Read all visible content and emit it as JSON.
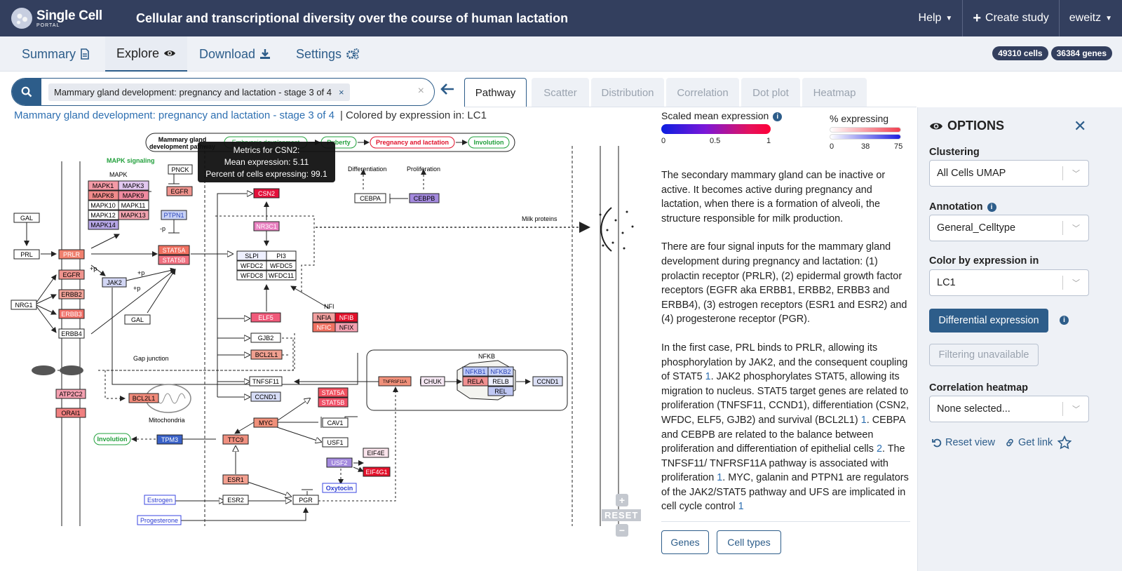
{
  "header": {
    "logo_text": "Single Cell",
    "logo_sub": "PORTAL",
    "study_title": "Cellular and transcriptional diversity over the course of human lactation",
    "help": "Help",
    "create_study": "Create study",
    "user": "eweitz"
  },
  "nav": {
    "tabs": [
      {
        "label": "Summary",
        "icon": "document-icon"
      },
      {
        "label": "Explore",
        "icon": "eye-icon"
      },
      {
        "label": "Download",
        "icon": "download-icon"
      },
      {
        "label": "Settings",
        "icon": "gears-icon"
      }
    ],
    "cells_badge": "49310 cells",
    "genes_badge": "36384 genes"
  },
  "search": {
    "chip": "Mammary gland development: pregnancy and lactation - stage 3 of 4",
    "chip_remove": "×",
    "clear": "×"
  },
  "plot_tabs": [
    "Pathway",
    "Scatter",
    "Distribution",
    "Correlation",
    "Dot plot",
    "Heatmap"
  ],
  "pathway": {
    "title": "Mammary gland development: pregnancy and lactation - stage 3 of 4",
    "colored_by": "| Colored by expression in: LC1",
    "tooltip": {
      "title": "Metrics for CSN2:",
      "mean": "Mean expression: 5.11",
      "percent": "Percent of cells expressing: 99.1"
    },
    "labels": {
      "pathway_line1": "Mammary gland",
      "pathway_line2": "development pathway",
      "embryonic": "Embryonic development",
      "puberty": "Puberty",
      "pregnancy": "Pregnancy and lactation",
      "involution": "Involution",
      "mapk_signaling": "MAPK signaling",
      "mapk": "MAPK",
      "differentiation": "Differentiation",
      "proliferation": "Proliferation",
      "milk_proteins": "Milk proteins",
      "nfi": "NFI",
      "nfkb": "NFKB",
      "gap_junction": "Gap junction",
      "mitochondria": "Mitochondria",
      "plus_p1": "+p",
      "plus_p2": "+p",
      "plus_p3": "+p",
      "minus_p": "-p",
      "involution2": "Involution"
    },
    "genes": {
      "PNCK": "PNCK",
      "EGFR": "EGFR",
      "MAPK1": "MAPK1",
      "MAPK3": "MAPK3",
      "MAPK8": "MAPK8",
      "MAPK9": "MAPK9",
      "MAPK10": "MAPK10",
      "MAPK11": "MAPK11",
      "MAPK12": "MAPK12",
      "MAPK13": "MAPK13",
      "MAPK14": "MAPK14",
      "PTPN1": "PTPN1",
      "GAL": "GAL",
      "PRL": "PRL",
      "PRLR": "PRLR",
      "EGFR2": "EGFR",
      "ERBB2": "ERBB2",
      "ERBB3": "ERBB3",
      "ERBB4": "ERBB4",
      "NRG1": "NRG1",
      "JAK2": "JAK2",
      "GAL2": "GAL",
      "STAT5A": "STAT5A",
      "STAT5B": "STAT5B",
      "CSN2": "CSN2",
      "NR3C1": "NR3C1",
      "SLPI": "SLPI",
      "PI3": "PI3",
      "WFDC2": "WFDC2",
      "WFDC5": "WFDC5",
      "WFDC8": "WFDC8",
      "WFDC11": "WFDC11",
      "CEBPA": "CEBPA",
      "CEBPB": "CEBPB",
      "ELF5": "ELF5",
      "NFIA": "NFIA",
      "NFIB": "NFIB",
      "NFIC": "NFIC",
      "NFIX": "NFIX",
      "GJB2": "GJB2",
      "BCL2L1": "BCL2L1",
      "ATP2C2": "ATP2C2",
      "ORAI1": "ORAI1",
      "BCL2L1b": "BCL2L1",
      "TNFSF11": "TNFSF11",
      "CCND1": "CCND1",
      "STAT5A2": "STAT5A",
      "STAT5B2": "STAT5B",
      "TNFRSF11A": "TNFRSF11A",
      "CHUK": "CHUK",
      "NFKB1": "NFKB1",
      "NFKB2": "NFKB2",
      "RELA": "RELA",
      "RELB": "RELB",
      "REL": "REL",
      "CCND1b": "CCND1",
      "MYC": "MYC",
      "CAV1": "CAV1",
      "USF1": "USF1",
      "TPM3": "TPM3",
      "TTC9": "TTC9",
      "EIF4E": "EIF4E",
      "USF2": "USF2",
      "EIF4G1": "EIF4G1",
      "Oxytocin": "Oxytocin",
      "ESR1": "ESR1",
      "ESR2": "ESR2",
      "PGR": "PGR",
      "Estrogen": "Estrogen",
      "Progesterone": "Progesterone"
    },
    "zoom_in": "+",
    "reset": "RESET",
    "zoom_out": "−"
  },
  "legend": {
    "scaled_title": "Scaled mean expression",
    "scaled_ticks": [
      "0",
      "0.5",
      "1"
    ],
    "pct_title": "% expressing",
    "pct_ticks": [
      "0",
      "38",
      "75"
    ]
  },
  "description": {
    "p1": "The secondary mammary gland can be inactive or active. It becomes active during pregnancy and lactation, when there is a formation of alveoli, the structure responsible for milk production.",
    "p2": "There are four signal inputs for the mammary gland development during pregnancy and lactation: (1) prolactin receptor (PRLR), (2) epidermal growth factor receptors (EGFR aka ERBB1, ERBB2, ERBB3 and ERBB4), (3) estrogen receptors (ESR1 and ESR2) and (4) progesterone receptor (PGR).",
    "p3a": "In the first case, PRL binds to PRLR, allowing its phosphorylation by JAK2, and the consequent coupling of STAT5",
    "ref1": "1",
    "p3b": ". JAK2 phosphorylates STAT5, allowing its migration to nucleus. STAT5 target genes are related to proliferation (TNFSF11, CCND1), differentiation (CSN2, WFDC, ELF5, GJB2) and survival (BCL2L1)",
    "ref2": "1",
    "p3c": ". CEBPA and CEBPB are related to the balance between proliferation and differentiation of epithelial cells",
    "ref3": "2",
    "p3d": ". The TNFSF11/ TNFRSF11A pathway is associated with proliferation",
    "ref4": "1",
    "p3e": ". MYC, galanin and PTPN1 are regulators of the JAK2/STAT5 pathway and UFS are implicated in cell cycle control",
    "ref5": "1",
    "genes_btn": "Genes",
    "cell_types_btn": "Cell types"
  },
  "options": {
    "title": "OPTIONS",
    "clustering_label": "Clustering",
    "clustering_value": "All Cells UMAP",
    "annotation_label": "Annotation",
    "annotation_value": "General_Celltype",
    "color_label": "Color by expression in",
    "color_value": "LC1",
    "diff_btn": "Differential expression",
    "filter_btn": "Filtering unavailable",
    "corr_label": "Correlation heatmap",
    "corr_value": "None selected...",
    "reset_view": "Reset view",
    "get_link": "Get link"
  },
  "colors": {
    "header_bg": "#333f5e",
    "accent": "#2d5d8a",
    "link": "#2d6fb1"
  }
}
